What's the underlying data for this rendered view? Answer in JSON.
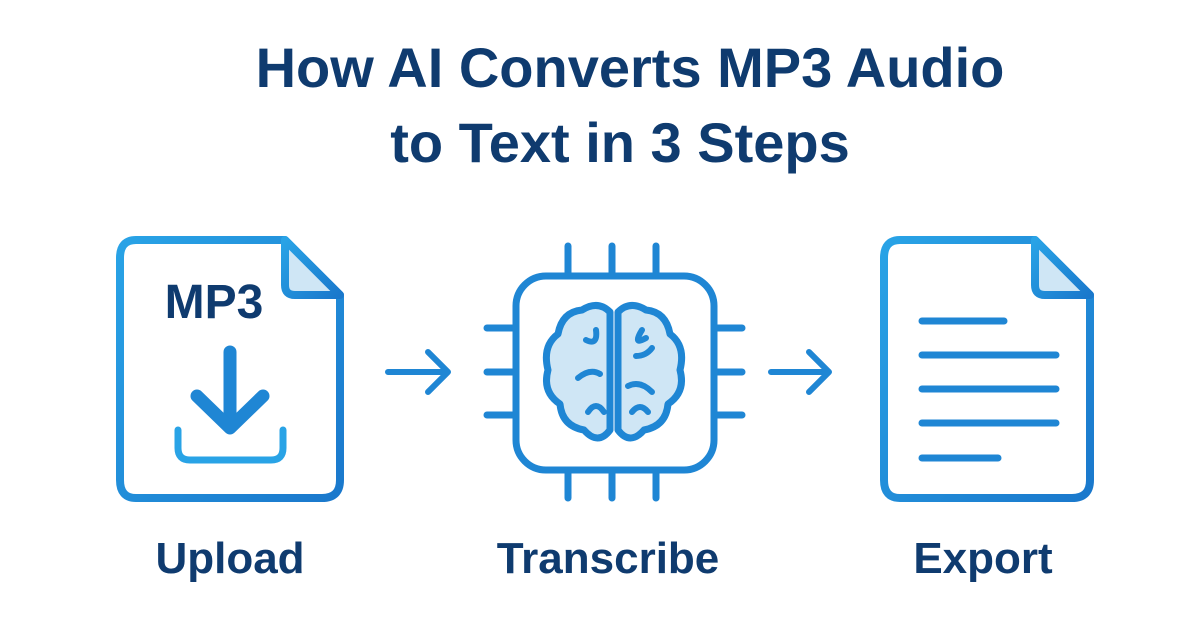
{
  "title": {
    "line1": "How AI Converts MP3 Audio",
    "line2": "to Text in 3 Steps"
  },
  "steps": [
    {
      "label": "Upload",
      "icon": "mp3-file-download-icon",
      "badge": "MP3"
    },
    {
      "label": "Transcribe",
      "icon": "ai-chip-brain-icon"
    },
    {
      "label": "Export",
      "icon": "text-document-icon"
    }
  ],
  "colors": {
    "title": "#0f3b6f",
    "icon_stroke": "#1e88d8",
    "icon_fill": "#cfe6f5"
  }
}
